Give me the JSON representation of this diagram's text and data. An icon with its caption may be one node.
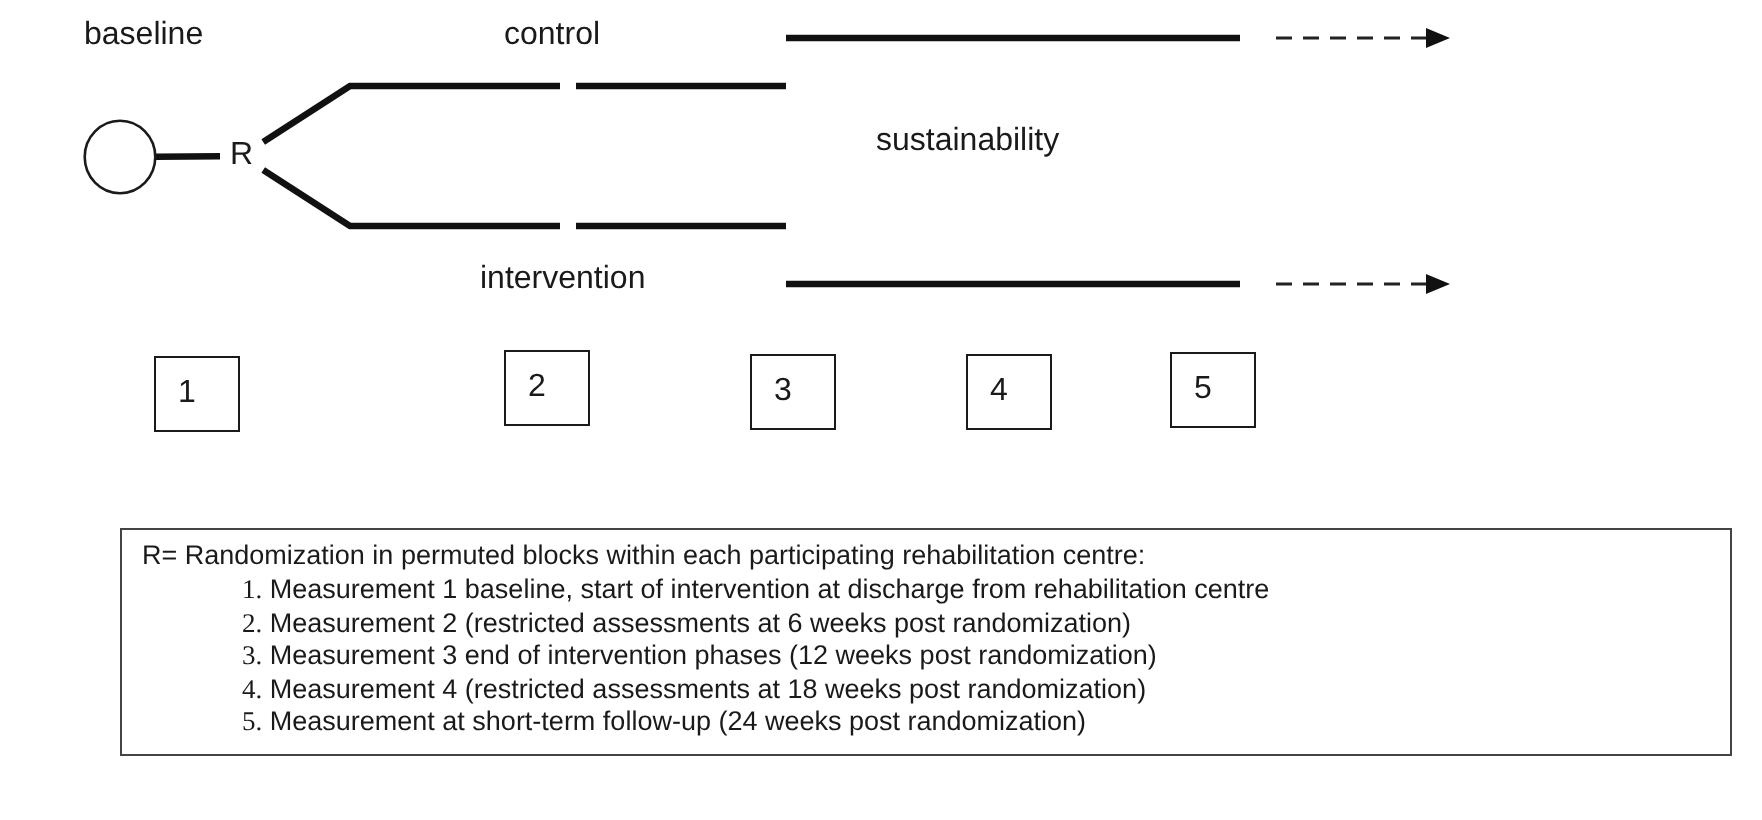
{
  "diagram": {
    "nodes": [
      {
        "text": [],
        "shape": "circle"
      },
      {
        "text": [
          "R"
        ]
      },
      {
        "text": [
          "1"
        ]
      },
      {
        "text": [
          "2"
        ]
      },
      {
        "text": [
          "3"
        ]
      },
      {
        "text": [
          "4"
        ]
      },
      {
        "text": [
          "5"
        ]
      },
      {
        "text": [
          "R= Randomization in permuted blocks within each participating rehabilitation centre:",
          "1. Measurement 1 baseline, start of intervention at discharge from rehabilitation centre",
          "2. Measurement 2 (restricted assessments at 6 weeks post randomization)",
          "3. Measurement 3 end of intervention phases (12 weeks post randomization)",
          "4. Measurement 4 (restricted assessments at 18 weeks post randomization)",
          "5. Measurement at short-term follow-up (24 weeks post randomization)"
        ]
      }
    ],
    "edges": [
      {
        "from": 0,
        "to": 1,
        "arrow": "none"
      },
      {
        "from": 1,
        "to": null,
        "arrow": "none"
      },
      {
        "from": 1,
        "to": null,
        "arrow": "none"
      }
    ],
    "labels": [
      "baseline",
      "control",
      "sustainability",
      "intervention"
    ]
  }
}
